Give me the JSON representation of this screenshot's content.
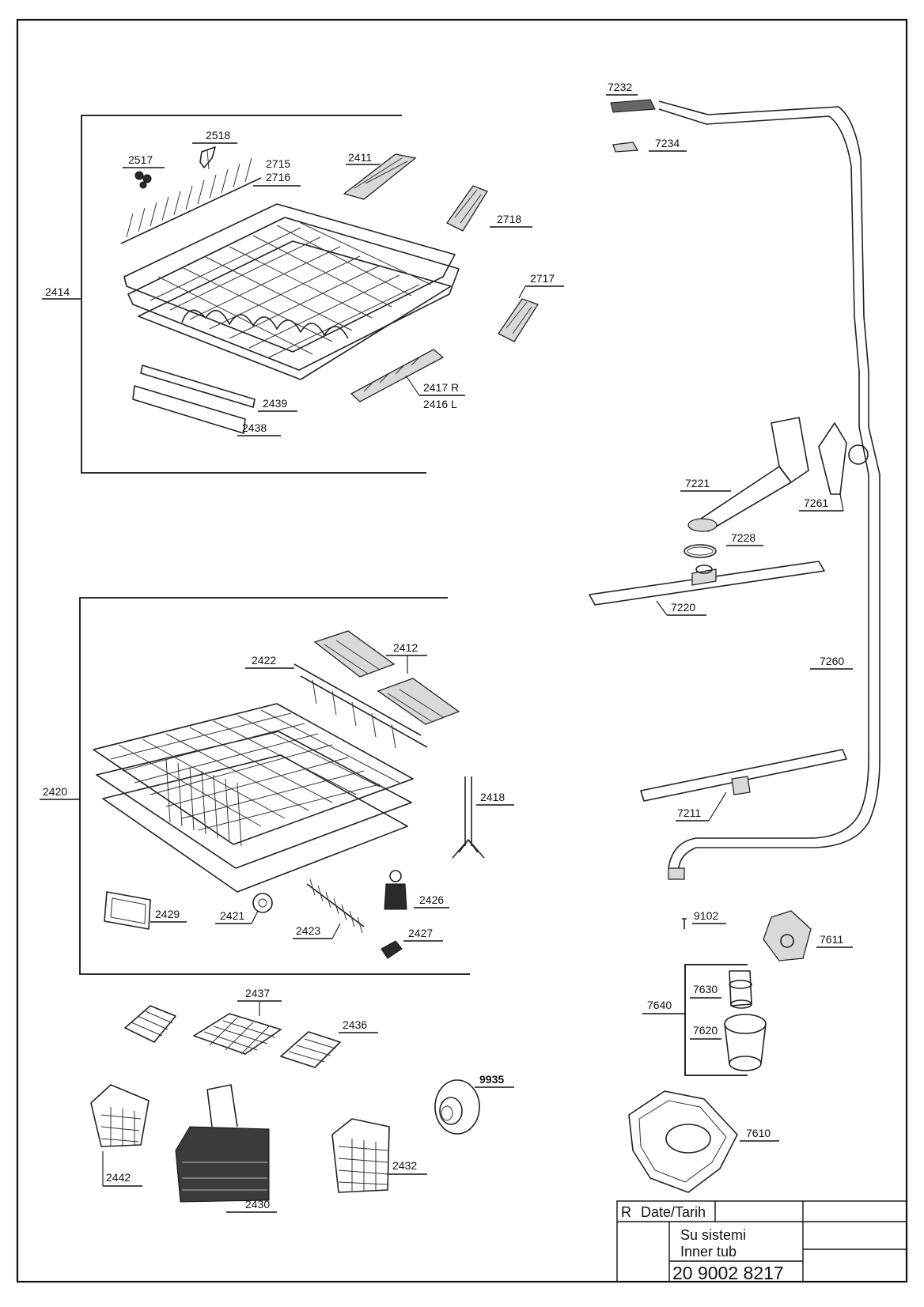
{
  "labels": {
    "l2414": "2414",
    "l2518": "2518",
    "l2517": "2517",
    "l2715": "2715",
    "l2716": "2716",
    "l2411": "2411",
    "l2718": "2718",
    "l2717": "2717",
    "l2439": "2439",
    "l2438": "2438",
    "l2417": "2417 R",
    "l2416": "2416 L",
    "l2420": "2420",
    "l2422": "2422",
    "l2412": "2412",
    "l2418": "2418",
    "l2429": "2429",
    "l2421": "2421",
    "l2423": "2423",
    "l2426": "2426",
    "l2427": "2427",
    "l2437": "2437",
    "l2436": "2436",
    "l9935": "9935",
    "l2442": "2442",
    "l2430": "2430",
    "l2432": "2432",
    "l7232": "7232",
    "l7234": "7234",
    "l7221": "7221",
    "l7261": "7261",
    "l7228": "7228",
    "l7220": "7220",
    "l7260": "7260",
    "l7211": "7211",
    "l9102": "9102",
    "l7611": "7611",
    "l7640": "7640",
    "l7630": "7630",
    "l7620": "7620",
    "l7610": "7610"
  },
  "title_block": {
    "rev_label": "R",
    "date_label": "Date/Tarih",
    "title_tr": "Su sistemi",
    "title_en": "Inner tub",
    "part_number": "20 9002 8217"
  }
}
